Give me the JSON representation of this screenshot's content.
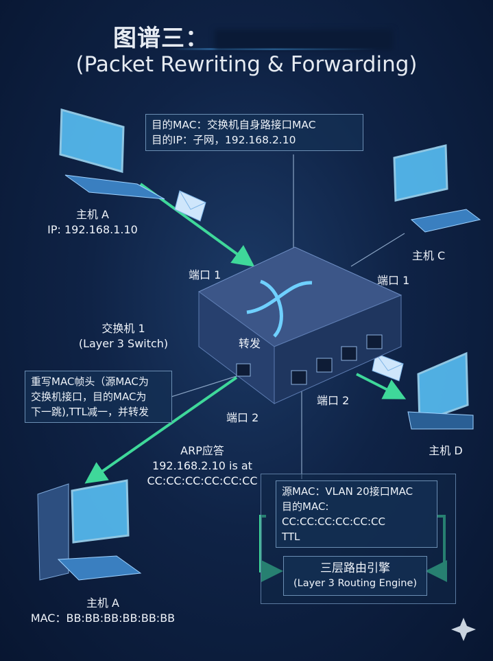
{
  "title": {
    "prefix": "图谱三：",
    "subtitle": "(Packet Rewriting & Forwarding)"
  },
  "top_box": {
    "line1": "目的MAC：交换机自身路接口MAC",
    "line2": "目的IP：子网，192.168.2.10"
  },
  "host_a_top": {
    "name": "主机 A",
    "ip": "IP: 192.168.1.10"
  },
  "host_c": {
    "name": "主机 C"
  },
  "host_d": {
    "name": "主机 D"
  },
  "host_a_bottom": {
    "name": "主机 A",
    "mac": "MAC：BB:BB:BB:BB:BB:BB"
  },
  "switch": {
    "name": "交换机 1",
    "type": "(Layer 3 Switch)",
    "center_label": "转发"
  },
  "ports": {
    "left_top": "端口 1",
    "right_top": "端口 1",
    "left_bottom": "端口 2",
    "right_bottom": "端口 2"
  },
  "rewrite_box": {
    "line1": "重写MAC帧头（源MAC为",
    "line2": "交换机接口，目的MAC为",
    "line3": "下一跳),TTL减一，并转发"
  },
  "arp": {
    "line1": "ARP应答",
    "line2": "192.168.2.10 is at",
    "line3": "CC:CC:CC:CC:CC:CC"
  },
  "frame_box": {
    "line1": "源MAC：VLAN 20接口MAC",
    "line2": "目的MAC: CC:CC:CC:CC:CC:CC",
    "line3": "TTL"
  },
  "engine": {
    "line1": "三层路由引擎",
    "line2": "(Layer 3 Routing Engine)"
  },
  "colors": {
    "accent": "#3fd89a",
    "line": "#8aa4c4"
  }
}
